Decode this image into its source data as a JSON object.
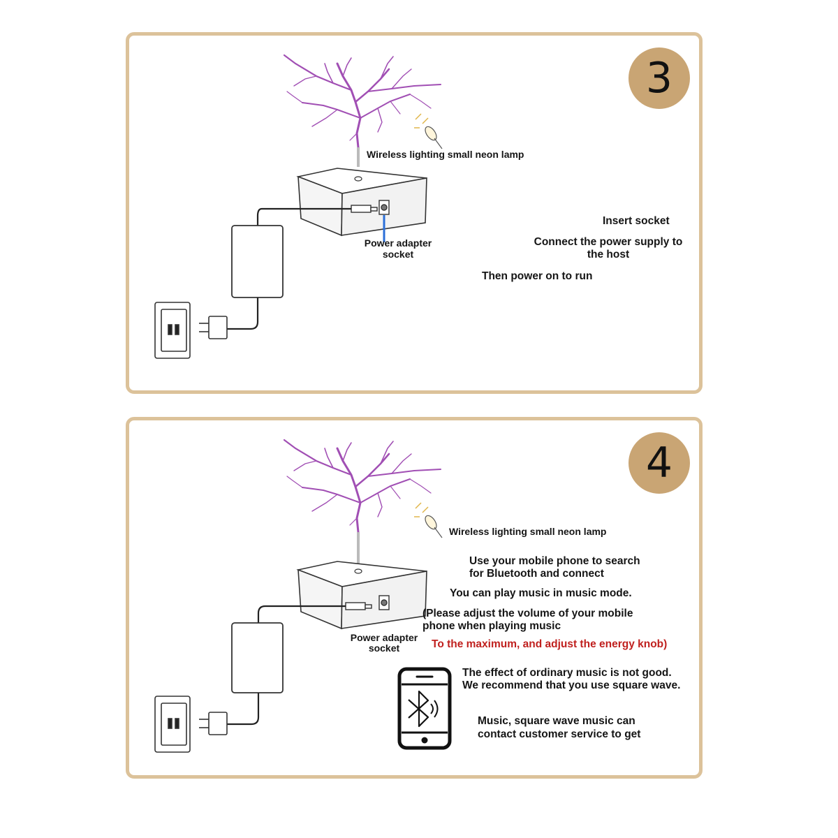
{
  "accent_color": "#dcc29a",
  "badge_color": "#c9a574",
  "step3": {
    "badge": "3",
    "lamp_label": "Wireless lighting small neon lamp",
    "socket_label_1": "Power adapter",
    "socket_label_2": "socket",
    "insert_socket": "Insert socket",
    "connect_line_1": "Connect the power supply to",
    "connect_line_2": "the host",
    "power_on": "Then power on to run"
  },
  "step4": {
    "badge": "4",
    "lamp_label": "Wireless lighting small neon lamp",
    "bluetooth_line_1": "Use your mobile phone to search",
    "bluetooth_line_2": "for Bluetooth and connect",
    "music_mode": "You can play music in music mode.",
    "adjust_line_1": "(Please adjust the volume of your mobile",
    "adjust_line_2": "phone when playing music",
    "adjust_line_3": "To the maximum, and adjust the energy knob)",
    "socket_label_1": "Power adapter",
    "socket_label_2": "socket",
    "effect_line_1": "The effect of ordinary music is not good.",
    "effect_line_2": "We recommend that you use square wave.",
    "contact_line_1": "Music, square wave music can",
    "contact_line_2": "contact customer service to get"
  }
}
